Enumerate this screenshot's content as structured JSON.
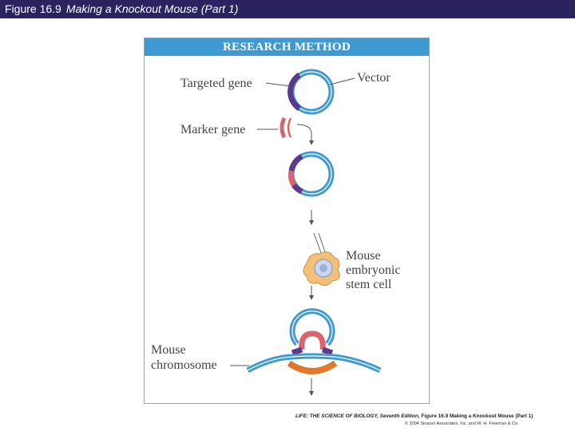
{
  "slide": {
    "figure_number": "Figure 16.9",
    "figure_title": "Making a Knockout Mouse (Part 1)"
  },
  "panel": {
    "header": "RESEARCH METHOD"
  },
  "labels": {
    "targeted_gene": "Targeted gene",
    "vector": "Vector",
    "marker_gene": "Marker gene",
    "mouse_cell_line1": "Mouse",
    "mouse_cell_line2": "embryonic",
    "mouse_cell_line3": "stem cell",
    "chromosome_line1": "Mouse",
    "chromosome_line2": "chromosome"
  },
  "credit": {
    "book_title": "LIFE: THE SCIENCE OF BIOLOGY, Seventh Edition,",
    "figure_ref": "Figure 16.9 Making a Knockout Mouse (Part 1)",
    "copyright": "© 2004 Sinauer Associates, Inc. and W. H. Freeman & Co."
  },
  "colors": {
    "title_bar": "#2a2360",
    "header": "#3f9ad2",
    "vector": "#3f9ad2",
    "targeted_gene": "#5a3a8c",
    "marker_gene": "#d9646e",
    "chromosome_insert": "#e07a2a",
    "cell": "#f2c07a"
  }
}
